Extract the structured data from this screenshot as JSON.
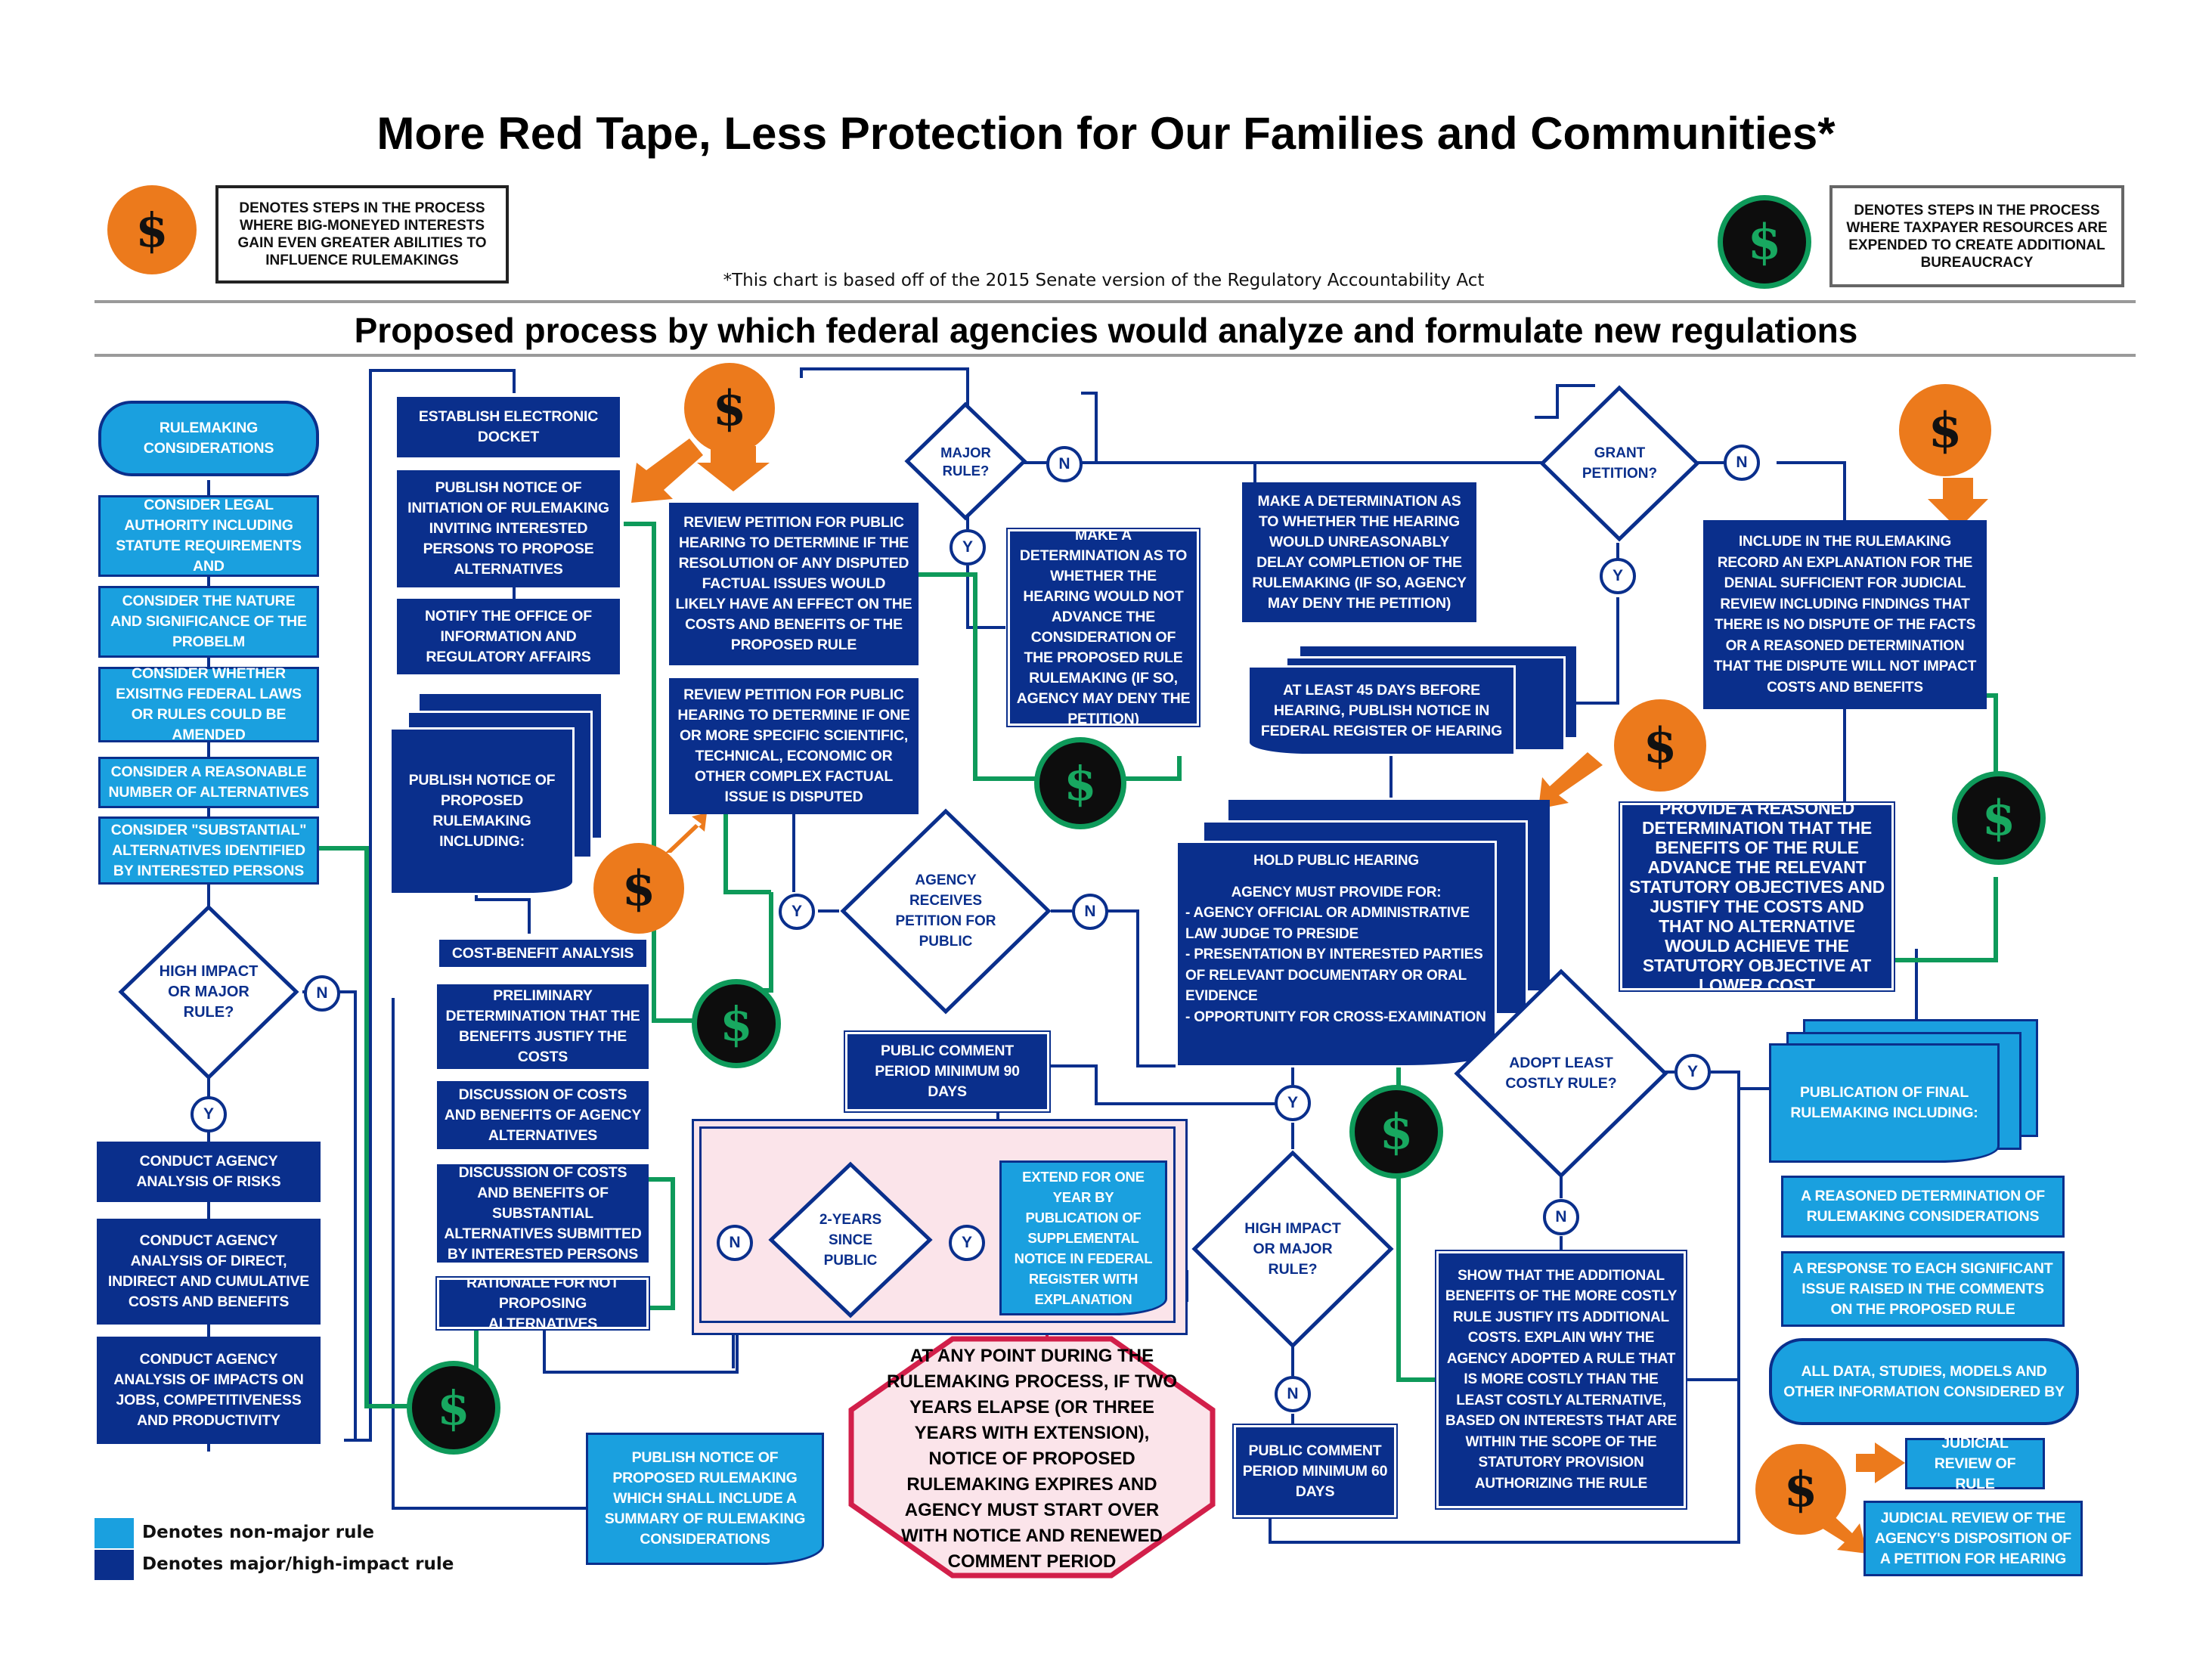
{
  "header": {
    "title": "More Red Tape, Less Protection for Our Families and Communities*",
    "footnote": "*This chart is based off of the 2015 Senate version of the Regulatory Accountability Act",
    "subtitle": "Proposed process by which federal agencies would analyze and formulate new regulations"
  },
  "legend": {
    "orange_text": "DENOTES STEPS IN THE PROCESS WHERE BIG-MONEYED INTERESTS GAIN EVEN GREATER ABILITIES TO INFLUENCE RULEMAKINGS",
    "green_text": "DENOTES STEPS IN THE PROCESS WHERE TAXPAYER RESOURCES ARE EXPENDED TO CREATE ADDITIONAL BUREAUCRACY",
    "dollar": "$",
    "nonmajor": "Denotes non-major rule",
    "major": "Denotes major/high-impact rule"
  },
  "colors": {
    "dark_blue": "#0a2f8c",
    "light_blue": "#1aa0df",
    "green": "#0e9a5a",
    "orange": "#ec7a1c",
    "stop_pink": "#fbe4ea",
    "stop_red": "#d21f4a"
  },
  "col1": {
    "considerations": "RULEMAKING CONSIDERATIONS",
    "legal": "CONSIDER LEGAL AUTHORITY INCLUDING STATUTE REQUIREMENTS AND",
    "nature": "CONSIDER THE NATURE AND SIGNIFICANCE OF THE PROBELM",
    "existing": "CONSIDER WHETHER EXISITNG FEDERAL LAWS OR RULES COULD BE AMENDED",
    "reasonable": "CONSIDER A REASONABLE NUMBER OF ALTERNATIVES",
    "substantial": "CONSIDER \"SUBSTANTIAL\" ALTERNATIVES IDENTIFIED BY INTERESTED PERSONS",
    "high_impact": "HIGH IMPACT OR MAJOR RULE?",
    "risks": "CONDUCT AGENCY ANALYSIS OF RISKS",
    "costs": "CONDUCT AGENCY ANALYSIS OF DIRECT, INDIRECT AND CUMULATIVE COSTS AND BENEFITS",
    "jobs": "CONDUCT AGENCY ANALYSIS OF IMPACTS ON JOBS, COMPETITIVENESS AND PRODUCTIVITY"
  },
  "col2": {
    "docket": "ESTABLISH ELECTRONIC DOCKET",
    "initiation": "PUBLISH NOTICE OF INITIATION OF RULEMAKING INVITING INTERESTED PERSONS TO PROPOSE ALTERNATIVES",
    "notify": "NOTIFY THE OFFICE OF INFORMATION AND REGULATORY AFFAIRS",
    "publish_proposed": "PUBLISH NOTICE OF PROPOSED RULEMAKING INCLUDING:",
    "cba": "COST-BENEFIT ANALYSIS",
    "preliminary": "PRELIMINARY DETERMINATION THAT THE BENEFITS JUSTIFY THE COSTS",
    "discussion": "DISCUSSION OF COSTS AND BENEFITS OF AGENCY ALTERNATIVES",
    "discussion_sub": "DISCUSSION OF COSTS AND BENEFITS OF SUBSTANTIAL ALTERNATIVES SUBMITTED BY INTERESTED PERSONS",
    "rationale": "RATIONALE FOR NOT PROPOSING ALTERNATIVES",
    "publish_summary": "PUBLISH NOTICE OF PROPOSED RULEMAKING WHICH SHALL INCLUDE A SUMMARY OF RULEMAKING CONSIDERATIONS"
  },
  "col3": {
    "review1": "REVIEW PETITION FOR PUBLIC HEARING TO DETERMINE IF THE RESOLUTION OF ANY DISPUTED FACTUAL ISSUES WOULD LIKELY HAVE AN EFFECT ON THE COSTS AND BENEFITS OF THE PROPOSED RULE",
    "review2": "REVIEW PETITION FOR PUBLIC HEARING TO DETERMINE IF ONE OR MORE SPECIFIC SCIENTIFIC, TECHNICAL, ECONOMIC OR OTHER COMPLEX FACTUAL ISSUE IS DISPUTED",
    "major_rule": "MAJOR RULE?",
    "agency_receives": "AGENCY RECEIVES PETITION FOR PUBLIC",
    "comment90": "PUBLIC COMMENT PERIOD MINIMUM 90 DAYS",
    "two_years": "2-YEARS SINCE PUBLIC",
    "extend": "EXTEND FOR ONE YEAR BY PUBLICATION OF SUPPLEMENTAL NOTICE IN FEDERAL REGISTER WITH EXPLANATION",
    "stop": "AT ANY POINT DURING THE RULEMAKING PROCESS, IF TWO YEARS ELAPSE (OR THREE YEARS WITH EXTENSION), NOTICE OF PROPOSED RULEMAKING EXPIRES AND AGENCY MUST START OVER WITH NOTICE AND RENEWED COMMENT PERIOD"
  },
  "col4": {
    "determination1": "MAKE A DETERMINATION AS TO WHETHER THE HEARING WOULD NOT ADVANCE THE CONSIDERATION OF THE PROPOSED RULE RULEMAKING (IF SO, AGENCY MAY DENY THE PETITION)",
    "determination2": "MAKE A DETERMINATION AS TO WHETHER THE HEARING WOULD UNREASONABLY DELAY COMPLETION OF THE RULEMAKING (IF SO, AGENCY MAY DENY THE PETITION)",
    "grant": "GRANT PETITION?",
    "forty_five": "AT LEAST 45 DAYS BEFORE HEARING, PUBLISH NOTICE IN FEDERAL REGISTER OF HEARING",
    "hearing_title": "HOLD PUBLIC HEARING",
    "hearing_intro": "AGENCY MUST PROVIDE FOR:",
    "hearing_items": [
      "- AGENCY OFFICIAL OR ADMINISTRATIVE LAW JUDGE TO PRESIDE",
      "- PRESENTATION BY INTERESTED PARTIES OF RELEVANT DOCUMENTARY OR ORAL EVIDENCE",
      "- OPPORTUNITY FOR CROSS-EXAMINATION"
    ],
    "high_impact2": "HIGH IMPACT OR MAJOR RULE?",
    "comment60": "PUBLIC COMMENT PERIOD MINIMUM 60 DAYS",
    "adopt": "ADOPT LEAST COSTLY RULE?",
    "show": "SHOW THAT THE ADDITIONAL BENEFITS OF THE MORE COSTLY RULE JUSTIFY ITS ADDITIONAL COSTS. EXPLAIN WHY THE AGENCY ADOPTED A RULE THAT IS MORE COSTLY THAN THE LEAST COSTLY ALTERNATIVE, BASED ON INTERESTS THAT ARE WITHIN THE SCOPE OF THE STATUTORY PROVISION AUTHORIZING THE RULE"
  },
  "col5": {
    "include": "INCLUDE IN THE RULEMAKING RECORD AN EXPLANATION FOR THE DENIAL SUFFICIENT FOR JUDICIAL REVIEW INCLUDING FINDINGS THAT THERE IS NO DISPUTE OF THE FACTS OR A REASONED DETERMINATION THAT THE DISPUTE WILL NOT IMPACT COSTS AND BENEFITS",
    "provide": "PROVIDE A REASONED DETERMINATION THAT THE BENEFITS OF THE RULE ADVANCE THE RELEVANT STATUTORY OBJECTIVES AND JUSTIFY THE COSTS AND THAT NO ALTERNATIVE WOULD ACHIEVE THE STATUTORY OBJECTIVE AT LOWER COST",
    "final": "PUBLICATION OF FINAL RULEMAKING INCLUDING:",
    "reasoned": "A REASONED DETERMINATION OF RULEMAKING CONSIDERATIONS",
    "response": "A RESPONSE TO EACH SIGNIFICANT ISSUE RAISED IN THE COMMENTS ON THE PROPOSED RULE",
    "all_data": "ALL DATA, STUDIES, MODELS AND OTHER INFORMATION CONSIDERED BY",
    "judicial1": "JUDICIAL REVIEW OF RULE",
    "judicial2": "JUDICIAL REVIEW OF THE AGENCY'S DISPOSITION OF A PETITION FOR HEARING"
  },
  "yn": {
    "y": "Y",
    "n": "N"
  }
}
